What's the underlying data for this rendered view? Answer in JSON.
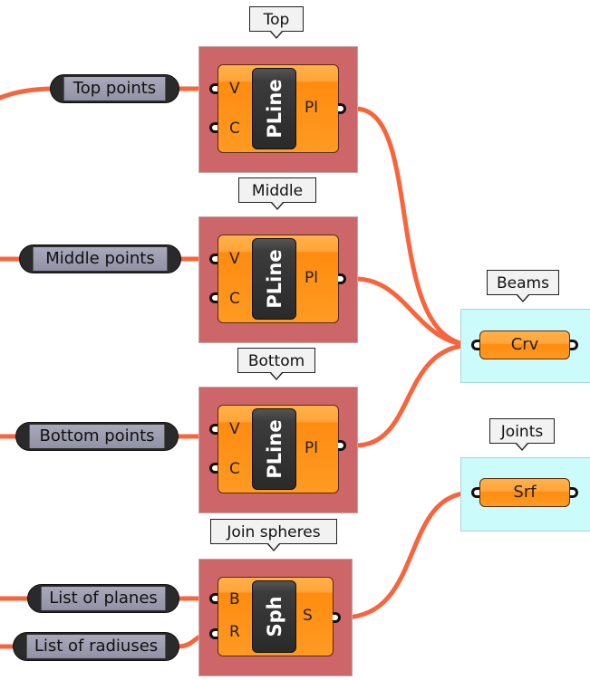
{
  "colors": {
    "wire": "#f8643c",
    "group_red": "#cd6669",
    "group_cyan": "#ccfbfc",
    "component": "#ff9a22"
  },
  "groups": [
    {
      "label": "Top",
      "component": {
        "nickname": "PLine",
        "inputs": [
          "V",
          "C"
        ],
        "output": "Pl"
      },
      "panel": "Top points"
    },
    {
      "label": "Middle",
      "component": {
        "nickname": "PLine",
        "inputs": [
          "V",
          "C"
        ],
        "output": "Pl"
      },
      "panel": "Middle points"
    },
    {
      "label": "Bottom",
      "component": {
        "nickname": "PLine",
        "inputs": [
          "V",
          "C"
        ],
        "output": "Pl"
      },
      "panel": "Bottom points"
    },
    {
      "label": "Join spheres",
      "component": {
        "nickname": "Sph",
        "inputs": [
          "B",
          "R"
        ],
        "output": "S"
      },
      "panels": [
        "List of planes",
        "List of radiuses"
      ]
    }
  ],
  "params": [
    {
      "label": "Beams",
      "nickname": "Crv"
    },
    {
      "label": "Joints",
      "nickname": "Srf"
    }
  ]
}
